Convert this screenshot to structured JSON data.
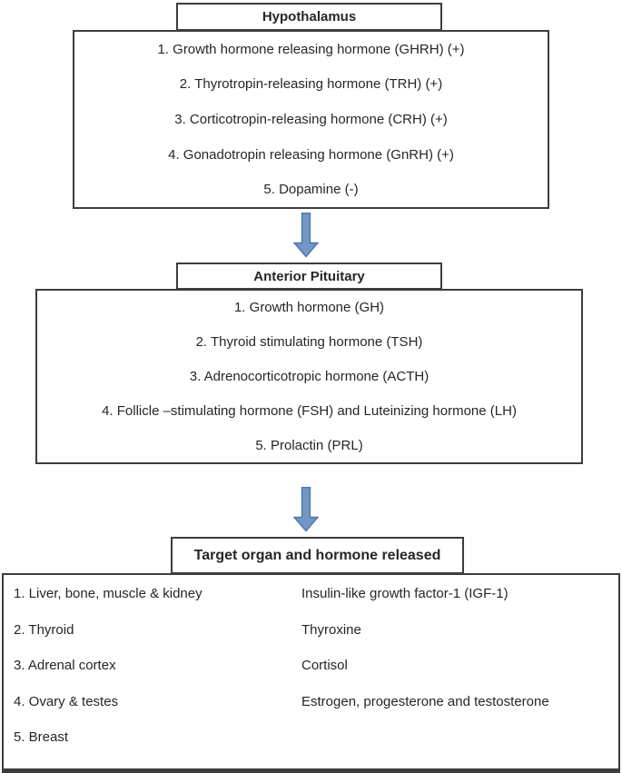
{
  "colors": {
    "arrow_fill": "#7396c5",
    "arrow_stroke": "#4a78ad",
    "border": "#3d3d3d",
    "text": "#262626"
  },
  "hypothalamus": {
    "title": "Hypothalamus",
    "items": [
      "1. Growth hormone releasing hormone (GHRH) (+)",
      "2. Thyrotropin-releasing hormone (TRH) (+)",
      "3. Corticotropin-releasing hormone (CRH) (+)",
      "4. Gonadotropin releasing hormone (GnRH) (+)",
      "5. Dopamine (-)"
    ]
  },
  "anterior_pituitary": {
    "title": "Anterior Pituitary",
    "items": [
      "1. Growth hormone (GH)",
      "2. Thyroid stimulating hormone (TSH)",
      "3. Adrenocorticotropic hormone (ACTH)",
      "4. Follicle –stimulating hormone (FSH) and Luteinizing hormone (LH)",
      "5. Prolactin (PRL)"
    ]
  },
  "target": {
    "title": "Target organ and hormone released",
    "rows": [
      {
        "organ": "1. Liver, bone, muscle & kidney",
        "hormone": "Insulin-like growth factor-1 (IGF-1)"
      },
      {
        "organ": "2. Thyroid",
        "hormone": "Thyroxine"
      },
      {
        "organ": "3. Adrenal cortex",
        "hormone": "Cortisol"
      },
      {
        "organ": "4. Ovary & testes",
        "hormone": "Estrogen, progesterone and testosterone"
      },
      {
        "organ": "5. Breast",
        "hormone": ""
      }
    ]
  }
}
